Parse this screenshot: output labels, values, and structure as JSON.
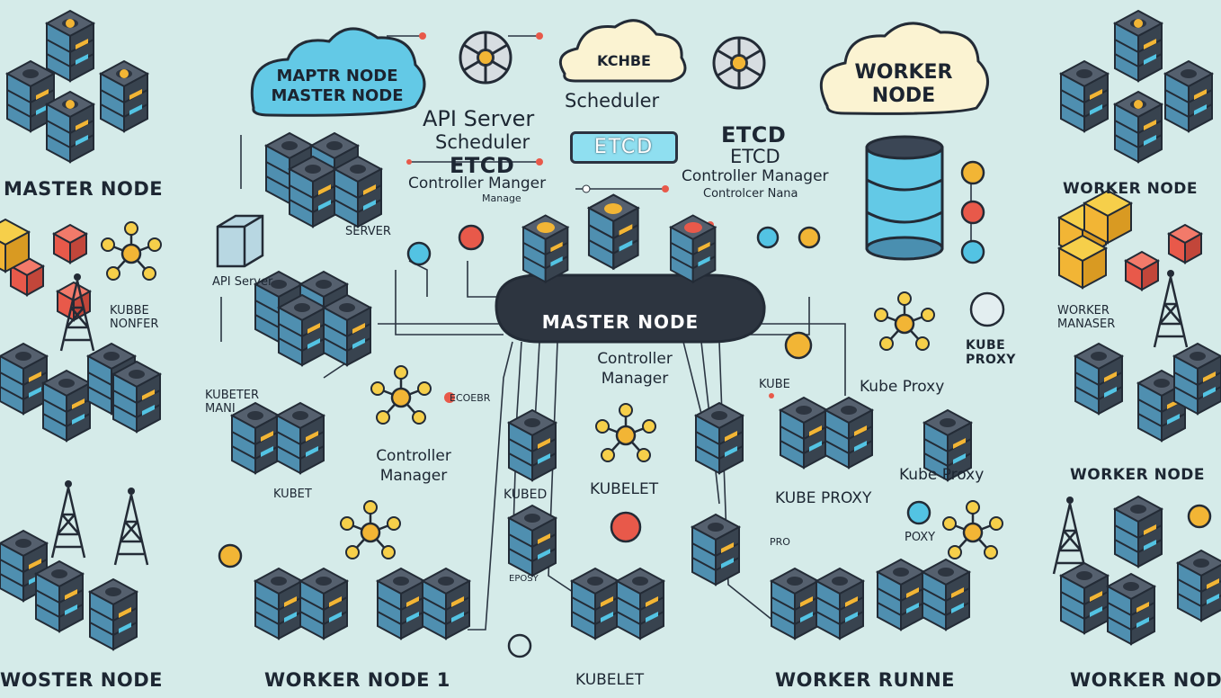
{
  "clouds": {
    "left_line1": "MAPTR NODE",
    "left_line2": "MASTER NODE",
    "center": "KCHBE",
    "right_line1": "WORKER",
    "right_line2": "NODE"
  },
  "labels": {
    "scheduler_top": "Scheduler",
    "api_server_stack": "API Server",
    "scheduler_stack": "Scheduler",
    "etcd_stack": "ETCD",
    "controller_manger": "Controller Manger",
    "manage_small": "Manage",
    "etcd_badge": "ETCD",
    "etcd_right_1": "ETCD",
    "etcd_right_2": "ETCD",
    "controller_manager_right": "Controller Manager",
    "controller_nana": "Controlcer Nana",
    "master_node_left": "MASTER NODE",
    "worker_node_top_right": "WORKER NODE",
    "server": "SERVER",
    "api_server_left": "API Server",
    "kubbe_nonfer": "KUBBE NONFER",
    "kubeter_man": "KUBETER MANI",
    "master_node_band": "MASTER NODE",
    "controller_manager_center": "Controller Manager",
    "kube_small": "KUBE",
    "kube_proxy_right": "Kube Proxy",
    "kube_proxy_tag": "KUBE PROXY",
    "worker_manager": "WORKER MANASER",
    "worker_node_mid_right": "WORKER NODE",
    "ecoebr": "ECOEBR",
    "controller_manager_left": "Controller Manager",
    "kubet": "KUBET",
    "kubed": "KUBED",
    "kubelet_center": "KUBELET",
    "kube_proxy_center": "KUBE PROXY",
    "kube_proxy_far": "Kube Proxy",
    "proxy": "POXY",
    "pro": "PRO",
    "eposy": "EPOSY",
    "woster_node": "WOSTER NODE",
    "worker_node_1": "WORKER NODE 1",
    "kubelet_bottom": "KUBELET",
    "worker_runne": "WORKER RUNNE",
    "worker_node_bottom_right": "WORKER NODE"
  },
  "colors": {
    "background": "#d5ebe9",
    "server_dark": "#3b4655",
    "server_blue": "#4a8fb0",
    "accent_yellow": "#f2b535",
    "accent_red": "#e8594a",
    "accent_cyan": "#53c3e3",
    "cloud_blue": "#63c9e6",
    "cloud_cream": "#fbf3d2"
  }
}
